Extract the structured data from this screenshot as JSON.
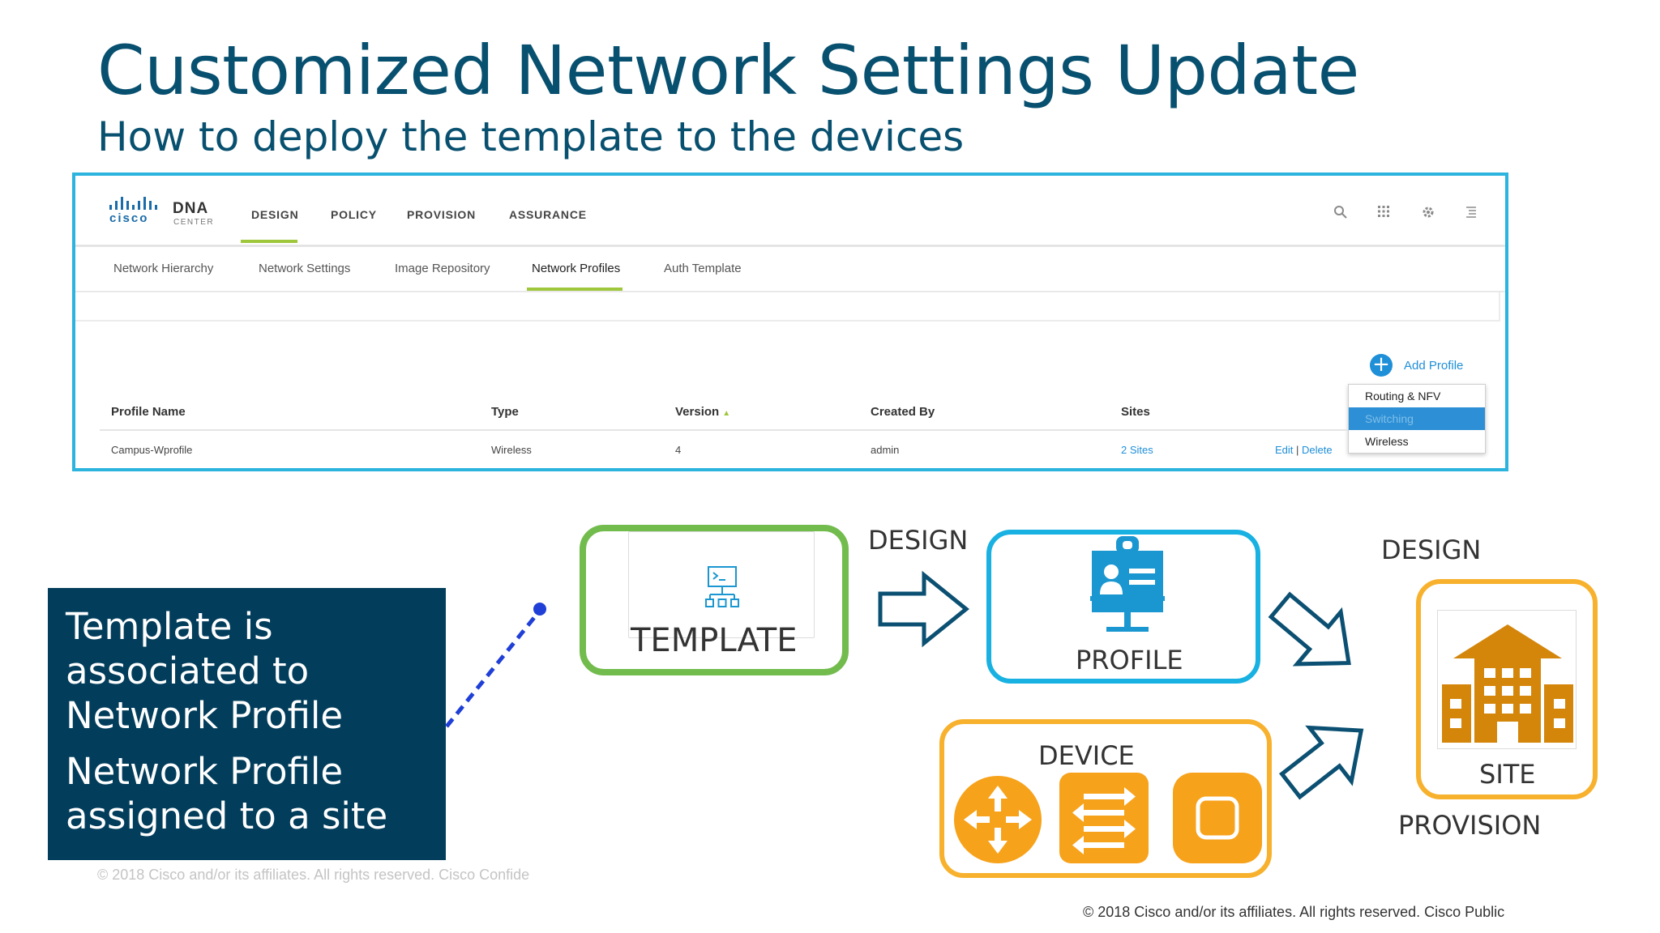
{
  "slide": {
    "title": "Customized Network Settings Update",
    "subtitle": "How to deploy the template to the devices"
  },
  "dna": {
    "logo_word": "cisco",
    "product": "DNA",
    "product_sub": "CENTER",
    "nav": [
      "DESIGN",
      "POLICY",
      "PROVISION",
      "ASSURANCE"
    ],
    "active_nav": "DESIGN",
    "icons": [
      "search-icon",
      "apps-grid-icon",
      "gear-icon",
      "menu-list-icon"
    ],
    "subnav": [
      "Network Hierarchy",
      "Network Settings",
      "Image Repository",
      "Network Profiles",
      "Auth Template"
    ],
    "active_subnav": "Network Profiles",
    "add_profile_label": "Add Profile",
    "profile_types": [
      "Routing & NFV",
      "Switching",
      "Wireless"
    ],
    "selected_profile_type": "Switching",
    "table": {
      "headers": [
        "Profile Name",
        "Type",
        "Version",
        "Created By",
        "Sites"
      ],
      "sort_column": "Version",
      "rows": [
        {
          "profile_name": "Campus-Wprofile",
          "type": "Wireless",
          "version": "4",
          "created_by": "admin",
          "sites": "2 Sites",
          "edit": "Edit",
          "separator": "|",
          "delete": "Delete"
        }
      ]
    }
  },
  "note": {
    "line1": "Template is",
    "line2": "associated to",
    "line3": "Network Profile",
    "line4": "Network Profile",
    "line5": "assigned to a site"
  },
  "diagram": {
    "template_label": "TEMPLATE",
    "profile_label": "PROFILE",
    "site_label": "SITE",
    "device_label": "DEVICE",
    "design_label_1": "DESIGN",
    "design_label_2": "DESIGN",
    "provision_label": "PROVISION",
    "colors": {
      "template": "#72bb4d",
      "profile": "#18b1e2",
      "site": "#f7b12d",
      "device": "#f7b12d",
      "arrow": "#0b5072",
      "icon_blue": "#1a97d0",
      "icon_orange": "#d4860b"
    }
  },
  "footer": {
    "faded": "© 2018  Cisco and/or its affiliates. All rights reserved.   Cisco Confide",
    "main": "© 2018  Cisco and/or its affiliates. All rights reserved.   Cisco Public"
  }
}
